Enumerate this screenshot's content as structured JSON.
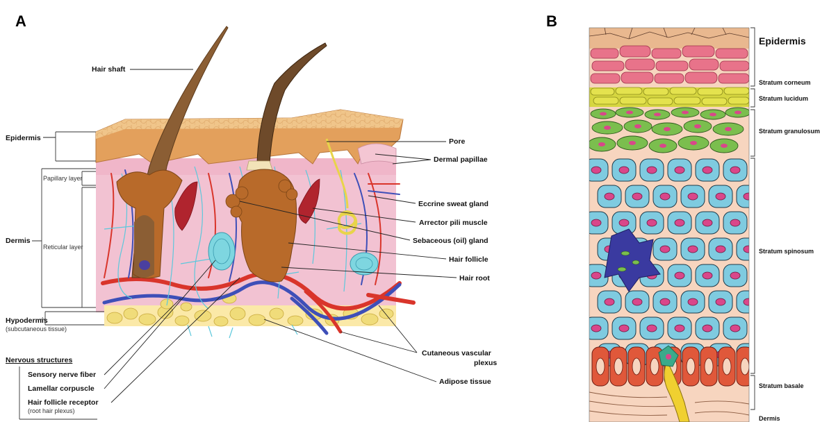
{
  "panel_a": {
    "letter": "A",
    "labels": {
      "hair_shaft": "Hair shaft",
      "epidermis": "Epidermis",
      "papillary": "Papillary layer",
      "dermis": "Dermis",
      "reticular": "Reticular layer",
      "hypodermis": "Hypodermis",
      "subcutaneous": "(subcutaneous tissue)",
      "nervous": "Nervous structures",
      "sensory": "Sensory nerve fiber",
      "lamellar": "Lamellar corpuscle",
      "hfr": "Hair follicle receptor",
      "root_plexus": "(root hair plexus)",
      "pore": "Pore",
      "dermal_papillae": "Dermal papillae",
      "eccrine": "Eccrine sweat gland",
      "arrector": "Arrector pili muscle",
      "sebaceous": "Sebaceous (oil) gland",
      "follicle": "Hair follicle",
      "root": "Hair root",
      "cutaneous_1": "Cutaneous vascular",
      "cutaneous_2": "plexus",
      "adipose": "Adipose tissue"
    }
  },
  "panel_b": {
    "letter": "B",
    "labels": {
      "epidermis": "Epidermis",
      "corneum": "Stratum corneum",
      "lucidum": "Stratum lucidum",
      "granulosum": "Stratum granulosum",
      "spinosum": "Stratum spinosum",
      "basale": "Stratum basale",
      "dermis": "Dermis"
    }
  },
  "colors": {
    "epidermis_tan": "#E3A05C",
    "dermis_pink": "#F2C2D2",
    "vein_blue": "#3E4FB8",
    "artery_red": "#D9352B",
    "nerve_cyan": "#5CC8DC",
    "fat_yellow": "#F0DC7A",
    "corneum_pink": "#E8738A",
    "lucidum_yellow": "#E4E24E",
    "granulosum_green": "#7BBE4E",
    "spinosum_blue": "#7FCBE0",
    "basale_red": "#E0583A"
  }
}
